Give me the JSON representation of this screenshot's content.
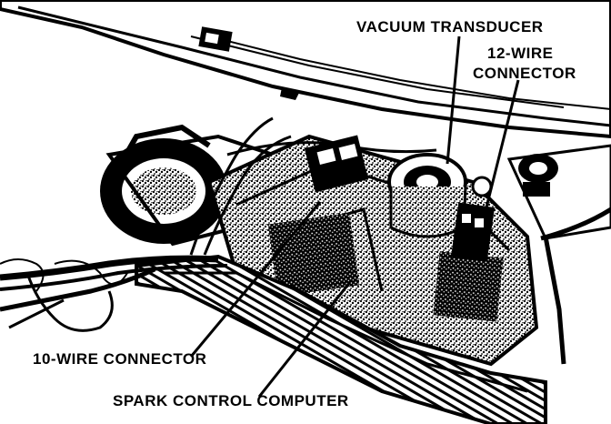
{
  "labels": {
    "vacuum_transducer": "VACUUM TRANSDUCER",
    "wire12_line1": "12-WIRE",
    "wire12_line2": "CONNECTOR",
    "wire10": "10-WIRE CONNECTOR",
    "computer": "SPARK CONTROL COMPUTER"
  },
  "colors": {
    "ink": "#000000",
    "paper": "#ffffff"
  }
}
